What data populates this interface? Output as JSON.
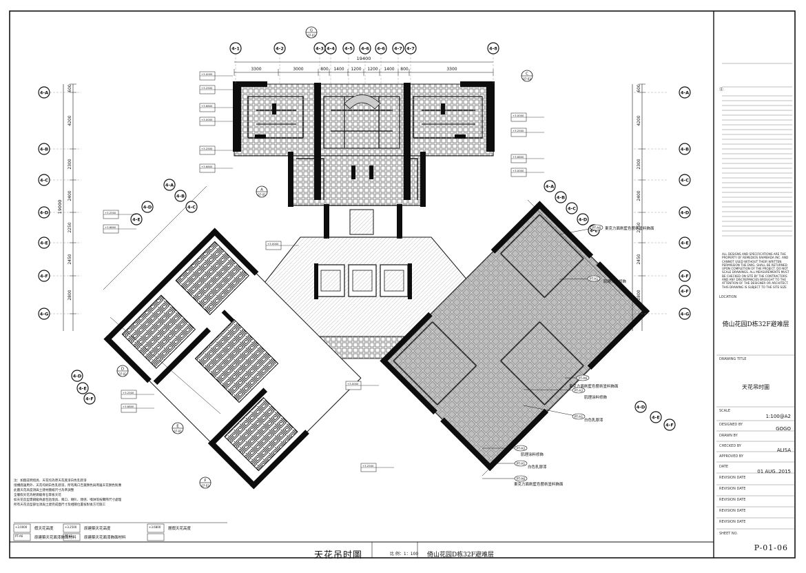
{
  "title_block": {
    "notes_label": "注:",
    "disclaimer": "ALL DESIGNS AND SPECIFICATIONS ARE THE PROPERTY OF REMEDIOS RAIMBADA INC. AND CANNOT USED WITHOUT THEIR WRITTEN PERMISSION THE DWG. SHALL BE RETURNED UPON COMPLETION OF THE PROJECT. DO NOT SCALE DRAWINGS. ALL MEASUREMENTS MUST BE CHECKED ON SITE BY THE CONTRACTORS AND ANY DISCREPANCIES BROUGHT TO THE ATTENTION OF THE DESIGNER OR ARCHITECT. THIS DRAWING IS SUBJECT TO THE SITE SIZE",
    "location_label": "LOCATION",
    "project_name": "倚山花园D栋32F避难层",
    "drawing_title_label": "DRAWING TITLE",
    "drawing_title": "天花吊时圖",
    "scale_label": "SCALE",
    "scale_value": "1:100@A2",
    "designed_label": "DESIGNED BY",
    "designed_value": "GOGO",
    "drawn_label": "DRAWN BY",
    "checked_label": "CHECKED BY",
    "checked_value": "ALISA",
    "approved_label": "APPROVED BY",
    "date_label": "DATE",
    "date_value": "01 AUG..2015",
    "revision_labels": [
      "REVISION DATE",
      "REVISION DATE",
      "REVISION DATE",
      "REVISION DATE",
      "REVISION DATE"
    ],
    "sheet_label": "SHEET NO.",
    "sheet_no": "P-01-06"
  },
  "bottom_strip": {
    "title": "天花吊时圖",
    "scale": "比 例：1：100",
    "project": "倚山花园D栋32F避难层"
  },
  "notes": [
    "注：如無註明燈具、天花均為原天花底漆白色乳膠漆",
    "  燈槽底邊用外、天花均刷白色乳膠漆，所有風口百葉顏色與周邊天花顏色對應",
    "  此圖天花高度須與土建材圖紙尺寸為準調整",
    "  全層假天花為輕鋼龍骨石膏板天花",
    "  如天花造型需鋼龍骨處包括燈具、風口、喇叭、煙感、噴淋等按實際尺寸處理",
    "  所有天花造型部位須與土建完成面尺寸及相關位置核對後方可施工"
  ],
  "legend": [
    {
      "code": "+3.0000",
      "label": "假天花高度"
    },
    {
      "code": "+3.2500",
      "label": "原建築天花高度"
    },
    {
      "code": "+3.6800",
      "label": "層假天花高度"
    },
    {
      "code": "PT-A6",
      "label": "原建築天花面漆飾面材料"
    },
    {
      "code": "PT-A1",
      "label": "原建築天花面漆飾面材料"
    }
  ],
  "axis_labels": {
    "top": [
      "4-1",
      "4-2",
      "4-3",
      "4-4",
      "4-5",
      "4-6",
      "4-7",
      "4-8"
    ],
    "left": [
      "4-A",
      "4-B",
      "4-C",
      "4-D",
      "4-E",
      "4-F",
      "4-G"
    ],
    "right": [
      "4-A",
      "4-B",
      "4-C",
      "4-D",
      "4-E",
      "4-F",
      "4-G"
    ]
  },
  "dimensions": {
    "top_total": "19400",
    "top_segments": [
      "3300",
      "3000",
      "800",
      "1400",
      "1200",
      "1200",
      "1400",
      "800",
      "3300"
    ],
    "left_total": "19000",
    "left_segments": [
      "600",
      "4200",
      "2300",
      "2400",
      "2250",
      "2450",
      "2800"
    ],
    "right_segments": [
      "600",
      "4200",
      "2300",
      "2400",
      "2250",
      "2450",
      "2800"
    ]
  },
  "callouts": [
    {
      "tag": "PT-A6",
      "text": "東克力面刷藍色藝術塗料飾面"
    },
    {
      "tag": "PT-A1",
      "text": "肌理涂料修飾"
    },
    {
      "tag": "PT-A6",
      "text": "東克力面刷藍色藝術塗料飾面"
    },
    {
      "tag": "PT-A2",
      "text": "肌理涂料修飾"
    },
    {
      "tag": "PT-A1",
      "text": "白色乳膠漆"
    },
    {
      "tag": "PT-A2",
      "text": "肌理涂料修飾"
    },
    {
      "tag": "PT-A1",
      "text": "白色乳膠漆"
    },
    {
      "tag": "PT-A6",
      "text": "東克力面刷藍色藝術塗料飾面"
    }
  ],
  "section_tags": [
    {
      "letter": "G",
      "ref": "07-03"
    },
    {
      "letter": "C",
      "ref": "07-03"
    },
    {
      "letter": "A",
      "ref": "07-01"
    },
    {
      "letter": "D",
      "ref": "07-02"
    },
    {
      "letter": "E",
      "ref": "07-01"
    },
    {
      "letter": "F",
      "ref": "07-03"
    }
  ],
  "colors": {
    "line": "#111111",
    "fill_dark": "#0d0d0d",
    "hatch": "#888888",
    "paper": "#ffffff"
  }
}
